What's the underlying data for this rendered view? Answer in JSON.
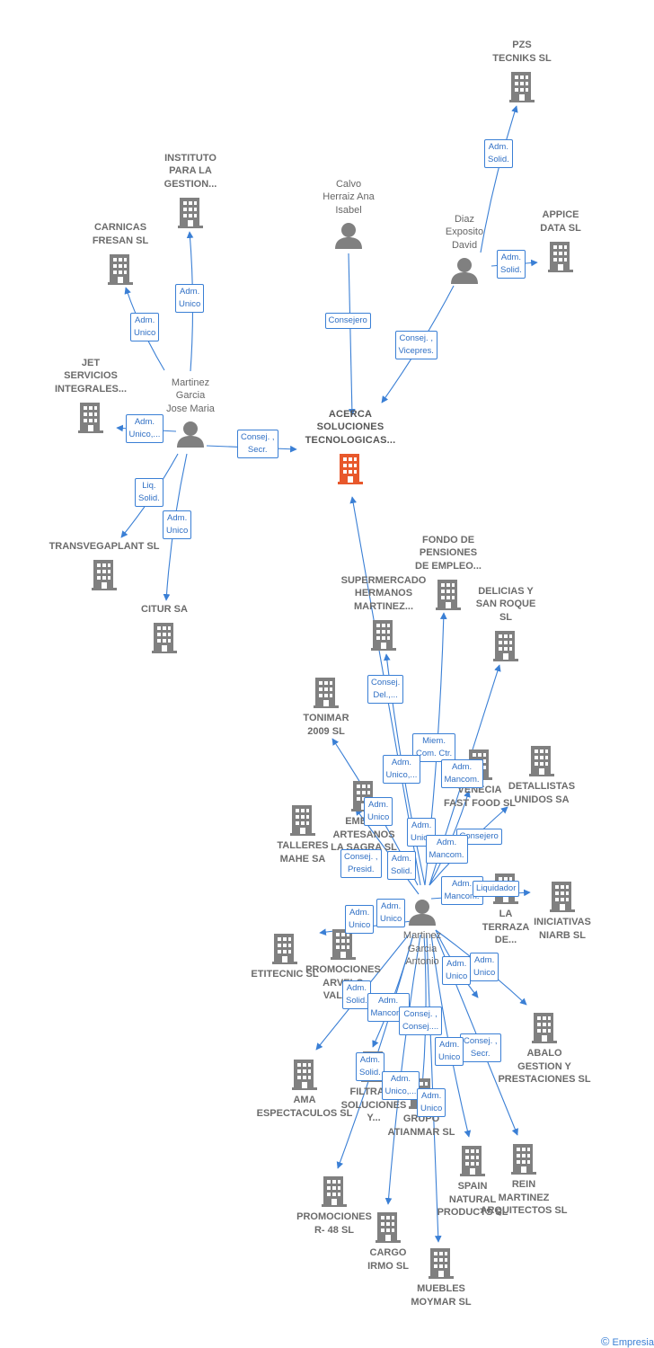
{
  "colors": {
    "node": "#808080",
    "main_node": "#e8582c",
    "edge": "#3a7fd5",
    "person": "#808080"
  },
  "nodes": {
    "pzs": {
      "label": "PZS\nTECNIKS  SL",
      "type": "company"
    },
    "instituto": {
      "label": "INSTITUTO\nPARA LA\nGESTION...",
      "type": "company"
    },
    "calvo": {
      "label": "Calvo\nHerraiz Ana\nIsabel",
      "type": "person"
    },
    "diaz": {
      "label": "Diaz\nExposito\nDavid",
      "type": "person"
    },
    "appice": {
      "label": "APPICE\nDATA  SL",
      "type": "company"
    },
    "carnicas": {
      "label": "CARNICAS\nFRESAN  SL",
      "type": "company"
    },
    "jet": {
      "label": "JET\nSERVICIOS\nINTEGRALES...",
      "type": "company"
    },
    "martinez_jose": {
      "label": "Martinez\nGarcia\nJose Maria",
      "type": "person"
    },
    "acerca": {
      "label": "ACERCA\nSOLUCIONES\nTECNOLOGICAS...",
      "type": "main"
    },
    "transvegaplant": {
      "label": "TRANSVEGAPLANT SL",
      "type": "company"
    },
    "citur": {
      "label": "CITUR SA",
      "type": "company"
    },
    "fondo": {
      "label": "FONDO DE\nPENSIONES\nDE EMPLEO...",
      "type": "company"
    },
    "supermercado": {
      "label": "SUPERMERCADO\nHERMANOS\nMARTINEZ...",
      "type": "company"
    },
    "delicias": {
      "label": "DELICIAS Y\nSAN ROQUE\nSL",
      "type": "company"
    },
    "tonimar": {
      "label": "TONIMAR\n2009 SL",
      "type": "company"
    },
    "detallistas": {
      "label": "DETALLISTAS\nUNIDOS SA",
      "type": "company"
    },
    "venecia": {
      "label": "VENECIA\nFAST FOOD SL",
      "type": "company"
    },
    "embutidos": {
      "label": "EMBU...\nARTESANOS\nLA SAGRA SL",
      "type": "company"
    },
    "talleres": {
      "label": "TALLERES\nMAHE SA",
      "type": "company"
    },
    "martinez_antonio": {
      "label": "Martinez\nGarcia\nAntonio",
      "type": "person"
    },
    "laterraza": {
      "label": "LA\nTERRAZA\nDE...",
      "type": "company"
    },
    "iniciativas": {
      "label": "INICIATIVAS\nNIARB SL",
      "type": "company"
    },
    "etitecnic": {
      "label": "ETITECNIC  SL",
      "type": "company"
    },
    "promociones_arvelo": {
      "label": "PROMOCIONES\nARVELO\nVALLE...",
      "type": "company"
    },
    "abalo": {
      "label": "ABALO\nGESTION Y\nPRESTACIONES SL",
      "type": "company"
    },
    "ama": {
      "label": "AMA\nESPECTACULOS SL",
      "type": "company"
    },
    "filtrav": {
      "label": "FILTRAV...\nSOLUCIONES\nY...",
      "type": "company"
    },
    "grupo": {
      "label": "GRUPO\nATIANMAR SL",
      "type": "company"
    },
    "spain": {
      "label": "SPAIN\nNATURAL\nPRODUCTS SL",
      "type": "company"
    },
    "rein": {
      "label": "REIN\nMARTINEZ\nARQUITECTOS SL",
      "type": "company"
    },
    "promociones_r48": {
      "label": "PROMOCIONES\nR- 48  SL",
      "type": "company"
    },
    "cargo": {
      "label": "CARGO\nIRMO  SL",
      "type": "company"
    },
    "muebles": {
      "label": "MUEBLES\nMOYMAR SL",
      "type": "company"
    }
  },
  "edge_labels": [
    "Adm.\nSolid.",
    "Adm.\nSolid.",
    "Adm.\nUnico",
    "Adm.\nUnico",
    "Consejero",
    "Consej. ,\nVicepres.",
    "Adm.\nUnico,...",
    "Consej. ,\nSecr.",
    "Liq.\nSolid.",
    "Adm.\nUnico",
    "Consej.\nDel.,...",
    "Miem.\nCom. Ctr.",
    "Adm.\nUnico,...",
    "Adm.\nMancom.",
    "Adm.\nUnico",
    "Consejero",
    "Adm.\nUnico",
    "Adm.\nMancom.",
    "Consej. ,\nPresid.",
    "Adm.\nSolid.",
    "Adm.\nMancom.",
    "Liquidador",
    "Adm.\nUnico",
    "Adm.\nUnico",
    "Adm.\nUnico",
    "Adm.\nUnico",
    "Adm.\nSolid.",
    "Adm.\nMancom.",
    "Consej. ,\nConsej....",
    "Consej. ,\nSecr.",
    "Adm.\nUnico",
    "Adm.\nSolid.",
    "Adm.\nUnico,...",
    "Adm.\nUnico"
  ],
  "footer": {
    "copyright": "©",
    "brand": "Empresia"
  }
}
